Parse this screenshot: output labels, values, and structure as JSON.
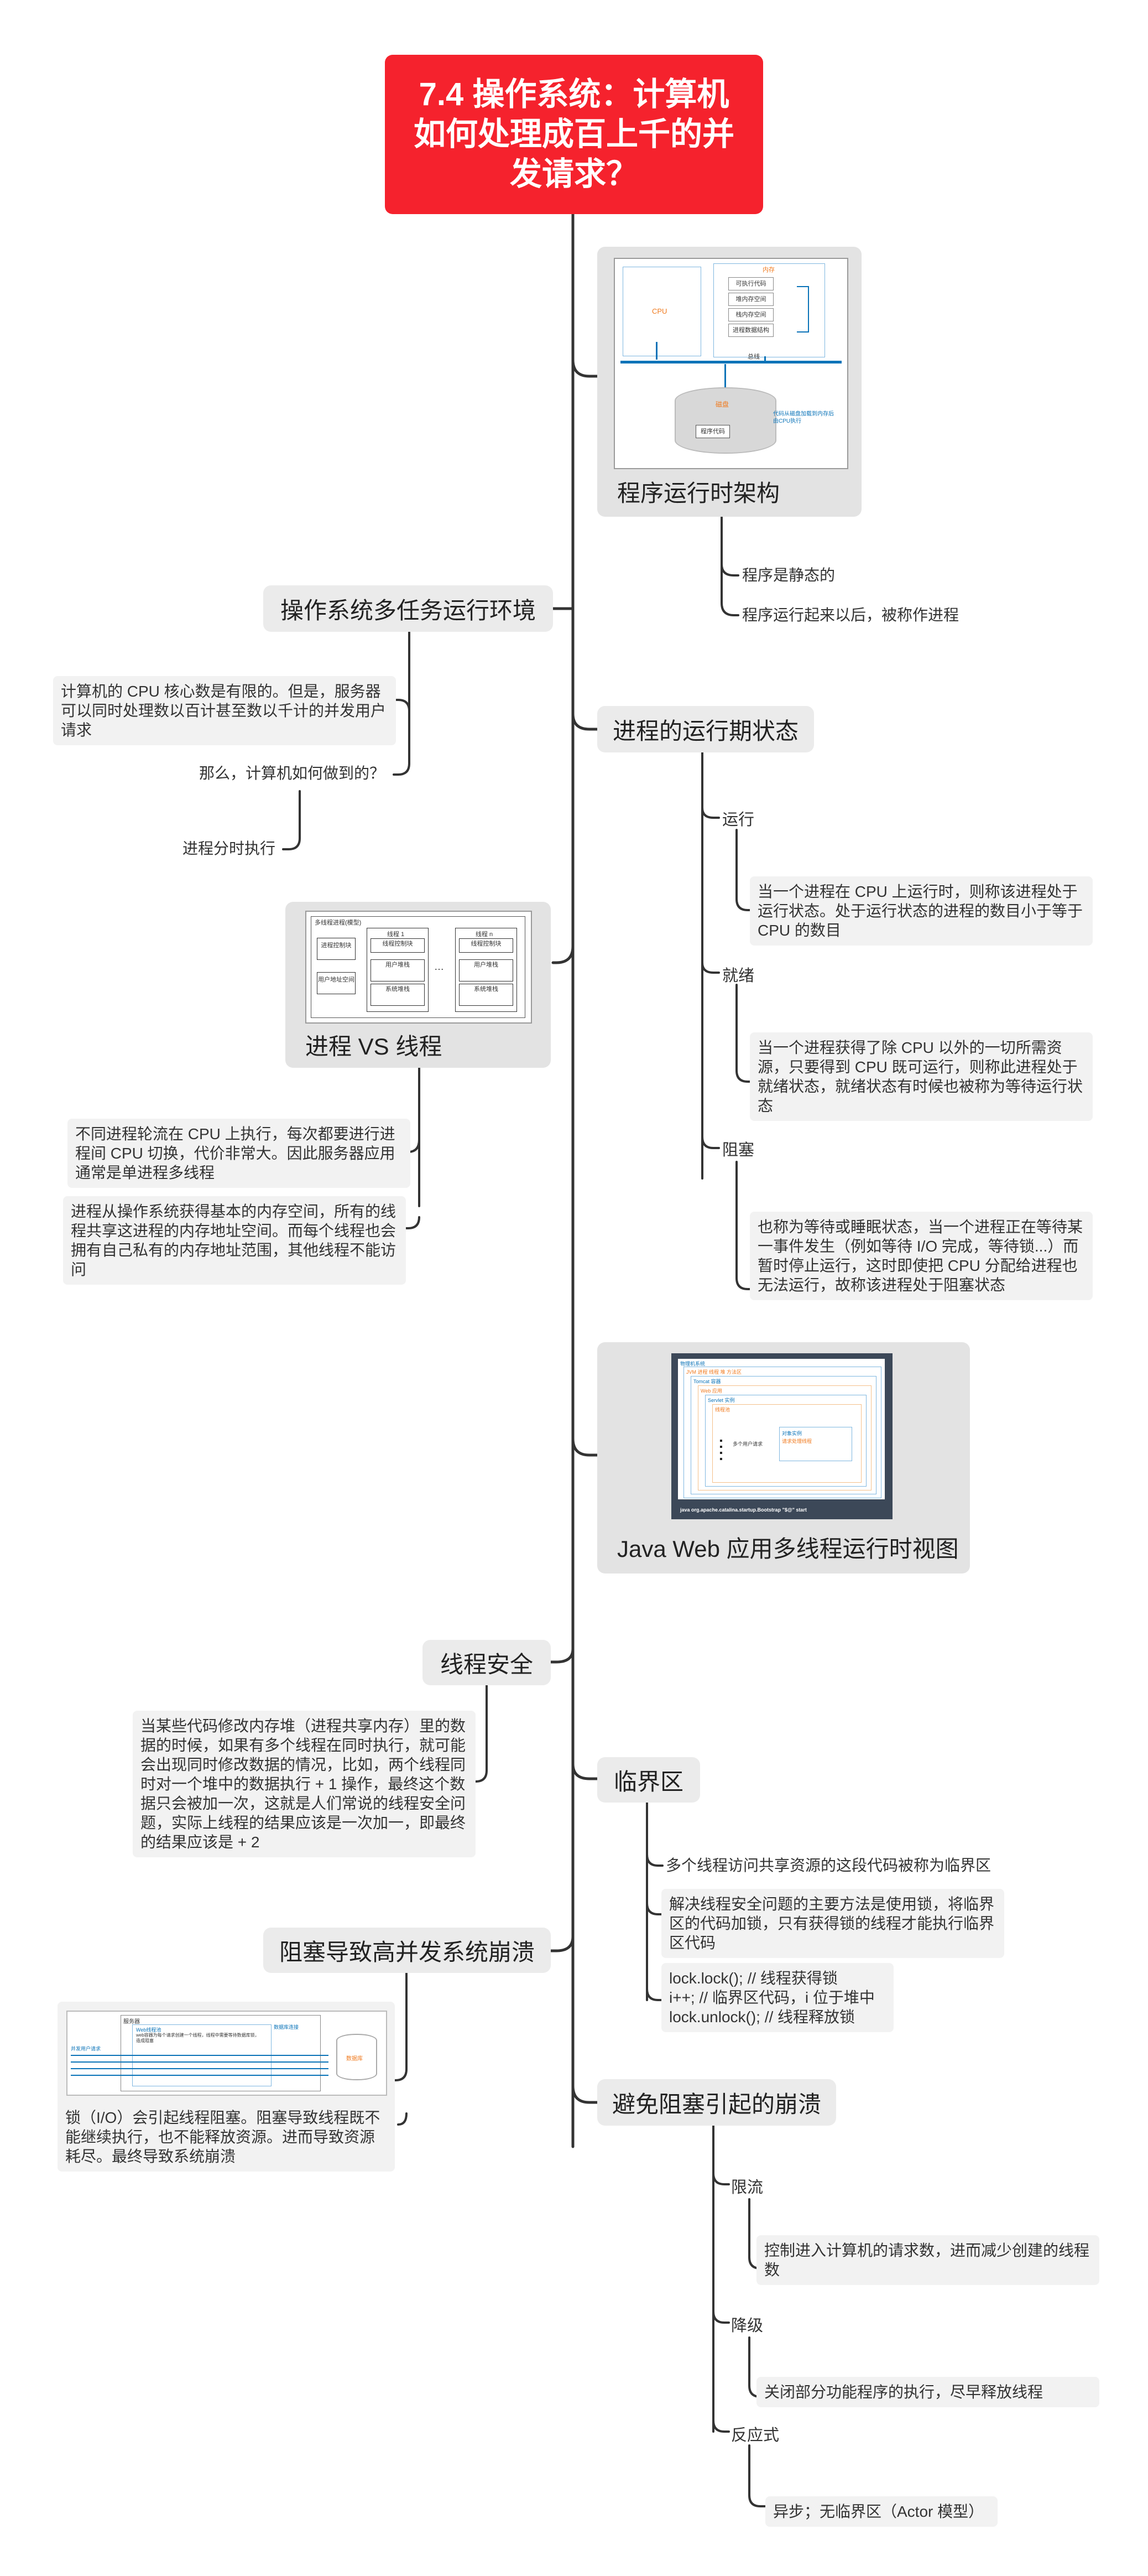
{
  "title": [
    "7.4 操作系统：计算机",
    "如何处理成百上千的并",
    "发请求？"
  ],
  "right": {
    "runtime_arch": {
      "label": "程序运行时架构",
      "children": [
        "程序是静态的",
        "程序运行起来以后，被称作进程"
      ],
      "figure": {
        "cpu": "CPU",
        "memory": "内存",
        "mem_rows": [
          "可执行代码",
          "堆内存空间",
          "栈内存空间",
          "进程数据结构"
        ],
        "bus": "总线",
        "disk": "磁盘",
        "program_code": "程序代码",
        "note": "代码从磁盘加载到内存后由CPU执行"
      }
    },
    "process_state": {
      "label": "进程的运行期状态",
      "states": [
        {
          "name": "运行",
          "desc": "当一个进程在 CPU 上运行时，则称该进程处于运行状态。处于运行状态的进程的数目小于等于 CPU 的数目"
        },
        {
          "name": "就绪",
          "desc": "当一个进程获得了除 CPU 以外的一切所需资源，只要得到 CPU 既可运行，则称此进程处于就绪状态，就绪状态有时候也被称为等待运行状态"
        },
        {
          "name": "阻塞",
          "desc": "也称为等待或睡眠状态，当一个进程正在等待某一事件发生（例如等待 I/O 完成，等待锁...）而暂时停止运行，这时即使把 CPU 分配给进程也无法运行，故称该进程处于阻塞状态"
        }
      ]
    },
    "java_web": {
      "label": "Java Web 应用多线程运行时视图",
      "figure": {
        "l1": "物理机系统",
        "l2": "JVM 进程 线程 堆 方法区",
        "l3": "Tomcat 容器",
        "l4": "Web 应用",
        "l5": "Servlet 实例",
        "l6": "线程池",
        "l7": "请求处理线程",
        "l8": "多个用户请求",
        "l9": "对象实例",
        "cmd": "java org.apache.catalina.startup.Bootstrap \"$@\" start"
      }
    },
    "critical": {
      "label": "临界区",
      "children": [
        "多个线程访问共享资源的这段代码被称为临界区",
        "解决线程安全问题的主要方法是使用锁，将临界区的代码加锁，只有获得锁的线程才能执行临界区代码"
      ],
      "code": [
        "lock.lock(); // 线程获得锁",
        "i++; // 临界区代码，i 位于堆中",
        "lock.unlock(); // 线程释放锁"
      ]
    },
    "avoid_block": {
      "label": "避免阻塞引起的崩溃",
      "items": [
        {
          "name": "限流",
          "desc": "控制进入计算机的请求数，进而减少创建的线程数"
        },
        {
          "name": "降级",
          "desc": "关闭部分功能程序的执行，尽早释放线程"
        },
        {
          "name": "反应式",
          "desc": "异步；无临界区（Actor 模型）"
        }
      ]
    }
  },
  "left": {
    "multitask": {
      "label": "操作系统多任务运行环境",
      "text1": "计算机的 CPU 核心数是有限的。但是，服务器可以同时处理数以百计甚至数以千计的并发用户请求",
      "text2": "那么，计算机如何做到的？",
      "text3": "进程分时执行"
    },
    "proc_thread": {
      "label": "进程 VS 线程",
      "figure": {
        "title": "多线程进程(模型)",
        "pcb": "进程控制块",
        "uaddr": "用户地址空间",
        "t1": "线程 1",
        "tn": "线程 n",
        "tcb": "线程控制块",
        "ustack": "用户堆栈",
        "kstack": "系统堆栈"
      },
      "text1": "不同进程轮流在 CPU 上执行，每次都要进行进程间 CPU 切换，代价非常大。因此服务器应用通常是单进程多线程",
      "text2": "进程从操作系统获得基本的内存空间，所有的线程共享这进程的内存地址空间。而每个线程也会拥有自己私有的内存地址范围，其他线程不能访问"
    },
    "thread_safe": {
      "label": "线程安全",
      "text": "当某些代码修改内存堆（进程共享内存）里的数据的时候，如果有多个线程在同时执行，就可能会出现同时修改数据的情况，比如，两个线程同时对一个堆中的数据执行 + 1 操作，最终这个数据只会被加一次，这就是人们常说的线程安全问题，实际上线程的结果应该是一次加一，即最终的结果应该是  + 2"
    },
    "block_crash": {
      "label": "阻塞导致高并发系统崩溃",
      "figure": {
        "server": "服务器",
        "users": "并发用户请求",
        "pool": "Web线程池",
        "lock": "web容器为每个请求创建一个线程，线程中需要等待数据库锁，造成阻塞",
        "conn": "数据库连接",
        "db": "数据库"
      },
      "text": "锁（I/O）会引起线程阻塞。阻塞导致线程既不能继续执行，也不能释放资源。进而导致资源耗尽。最终导致系统崩溃"
    }
  },
  "colors": {
    "title_bg": "#f5222d",
    "line": "#333333",
    "card": "#e3e3e3",
    "leaf": "#f2f2f2",
    "fig_blue": "#0a73b8",
    "fig_orange": "#f07a1e"
  }
}
